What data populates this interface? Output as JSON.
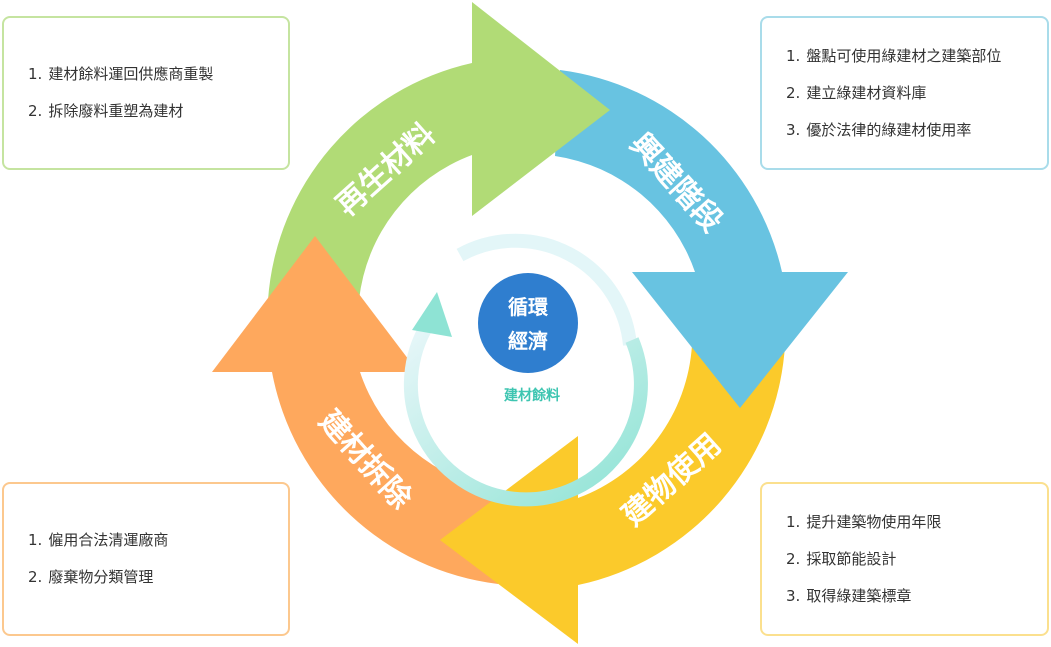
{
  "colors": {
    "green": "#b1db76",
    "blue": "#68c3e1",
    "yellow": "#fbca2b",
    "orange": "#fea85d",
    "center": "#2f7ecf",
    "inner_arrow": "#8ee3d4",
    "inner_arrow_light": "#e3f6f8",
    "inner_label": "#3ec5b1",
    "box_green": "#c5e4a0",
    "box_blue": "#a9dcea",
    "box_orange": "#fcc88e",
    "box_yellow": "#fbe08e"
  },
  "segments": {
    "green": {
      "label": "再生材料"
    },
    "blue": {
      "label": "興建階段"
    },
    "yellow": {
      "label": "建物使用"
    },
    "orange": {
      "label": "建材拆除"
    }
  },
  "center": {
    "line1": "循環",
    "line2": "經濟"
  },
  "inner_label": "建材餘料",
  "boxes": {
    "top_left": {
      "items": [
        {
          "num": "1.",
          "text": "建材餘料運回供應商重製"
        },
        {
          "num": "2.",
          "text": "拆除廢料重塑為建材"
        }
      ]
    },
    "top_right": {
      "items": [
        {
          "num": "1.",
          "text": "盤點可使用綠建材之建築部位"
        },
        {
          "num": "2.",
          "text": "建立綠建材資料庫"
        },
        {
          "num": "3.",
          "text": "優於法律的綠建材使用率"
        }
      ]
    },
    "bottom_left": {
      "items": [
        {
          "num": "1.",
          "text": "僱用合法清運廠商"
        },
        {
          "num": "2.",
          "text": "廢棄物分類管理"
        }
      ]
    },
    "bottom_right": {
      "items": [
        {
          "num": "1.",
          "text": "提升建築物使用年限"
        },
        {
          "num": "2.",
          "text": "採取節能設計"
        },
        {
          "num": "3.",
          "text": "取得綠建築標章"
        }
      ]
    }
  }
}
